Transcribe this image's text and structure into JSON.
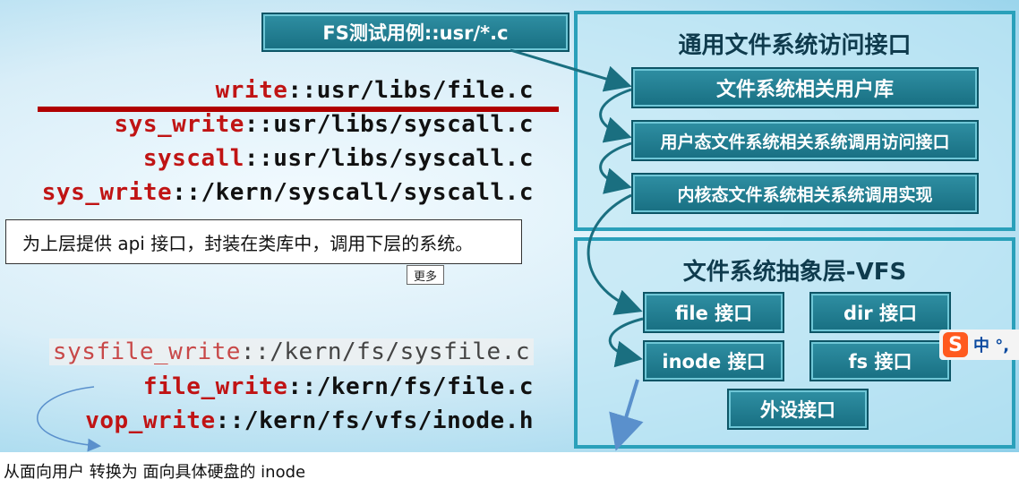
{
  "code_lines": [
    {
      "fn": "write",
      "path": "::usr/libs/file.c"
    },
    {
      "fn": "sys_write",
      "path": "::usr/libs/syscall.c"
    },
    {
      "fn": "syscall",
      "path": "::usr/libs/syscall.c"
    },
    {
      "fn": "sys_write",
      "path": "::/kern/syscall/syscall.c"
    },
    {
      "fn": "sysfile_write",
      "path": "::/kern/fs/sysfile.c"
    },
    {
      "fn": "file_write",
      "path": "::/kern/fs/file.c"
    },
    {
      "fn": "vop_write",
      "path": "::/kern/fs/vfs/inode.h"
    }
  ],
  "fs_test": "FS测试用例::usr/*.c",
  "general_panel": {
    "title": "通用文件系统访问接口",
    "items": [
      "文件系统相关用户库",
      "用户态文件系统相关系统调用访问接口",
      "内核态文件系统相关系统调用实现"
    ]
  },
  "vfs_panel": {
    "title": "文件系统抽象层-VFS",
    "items": [
      "file 接口",
      "dir 接口",
      "inode 接口",
      "fs 接口",
      "外设接口"
    ]
  },
  "tooltip": {
    "text": "为上层提供 api 接口，封装在类库中，调用下层的系统。",
    "more": "更多"
  },
  "ime": {
    "text": "中 °,"
  },
  "caption": "从面向用户  转换为  面向具体硬盘的 inode",
  "colors": {
    "accent_red": "#b00000",
    "box_teal": "#186f82",
    "panel_border": "#2aa0ba"
  }
}
